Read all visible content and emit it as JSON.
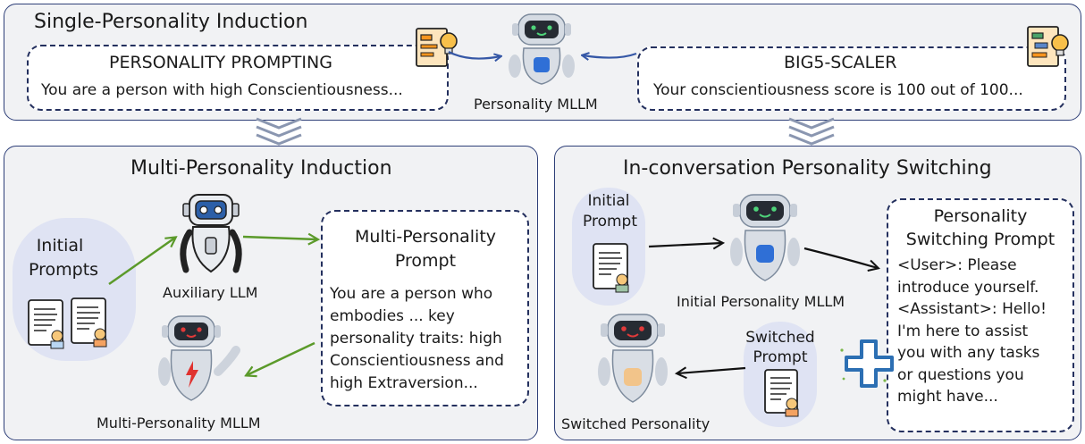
{
  "top": {
    "title": "Single-Personality Induction",
    "left_box": {
      "heading": "PERSONALITY PROMPTING",
      "text": "You are a person with high Conscientiousness..."
    },
    "right_box": {
      "heading": "BIG5-SCALER",
      "text": "Your conscientiousness score is 100 out of 100..."
    },
    "robot_label": "Personality MLLM"
  },
  "left_panel": {
    "title": "Multi-Personality Induction",
    "cloud_label": "Initial\nPrompts",
    "aux_label": "Auxiliary LLM",
    "box_heading": "Multi-Personality\nPrompt",
    "box_text": "You are a person who\nembodies ... key\npersonality traits: high\nConscientiousness and\nhigh Extraversion...",
    "robot_label": "Multi-Personality MLLM"
  },
  "right_panel": {
    "title": "In-conversation Personality Switching",
    "cloud1_label": "Initial\nPrompt",
    "robot_label": "Initial Personality MLLM",
    "cloud2_label": "Switched\nPrompt",
    "switched_label": "Switched Personality",
    "box_heading": "Personality\nSwitching  Prompt",
    "box_text": "<User>: Please\nintroduce yourself.\n<Assistant>: Hello!\nI'm here to assist\nyou with any tasks\nor questions you\nmight have..."
  },
  "colors": {
    "border": "#2e3f78",
    "heading_red": "#c0262d",
    "arrow_blue": "#3557a6",
    "arrow_green": "#5b9a2a",
    "panel_bg": "#f1f2f4"
  },
  "icons": [
    "document-lightbulb-icon",
    "robot-icon",
    "document-person-icon",
    "plus-icon",
    "chevron-down-icon"
  ]
}
